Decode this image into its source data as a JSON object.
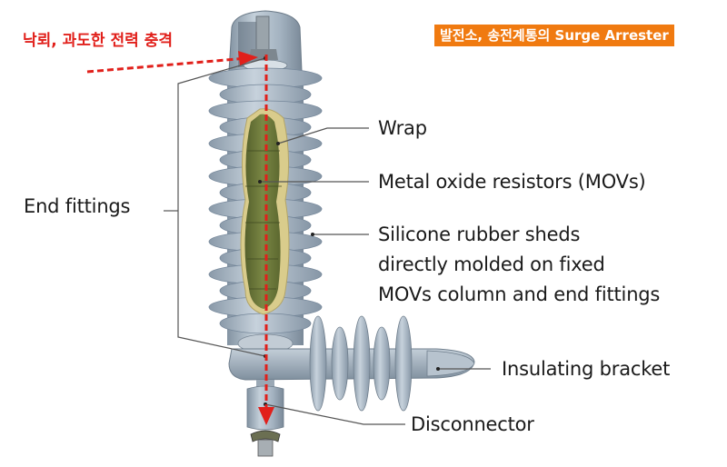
{
  "title": "발전소, 송전계통의 Surge Arrester",
  "surge_caption": "낙뢰, 과도한 전력 충격",
  "colors": {
    "title_bg": "#f07a10",
    "title_text": "#ffffff",
    "surge_arrow": "#e1201b",
    "shed_gray": "#9fb0bf",
    "mov_green": "#6d7a3c",
    "wrap_tan": "#d8c98a",
    "leader_line": "#444444"
  },
  "labels": {
    "wrap": "Wrap",
    "movs": "Metal oxide resistors (MOVs)",
    "sheds": [
      "Silicone rubber sheds",
      "directly molded on fixed",
      "MOVs column and end fittings"
    ],
    "end_fittings": "End fittings",
    "insulating_bracket": "Insulating bracket",
    "disconnector": "Disconnector"
  }
}
